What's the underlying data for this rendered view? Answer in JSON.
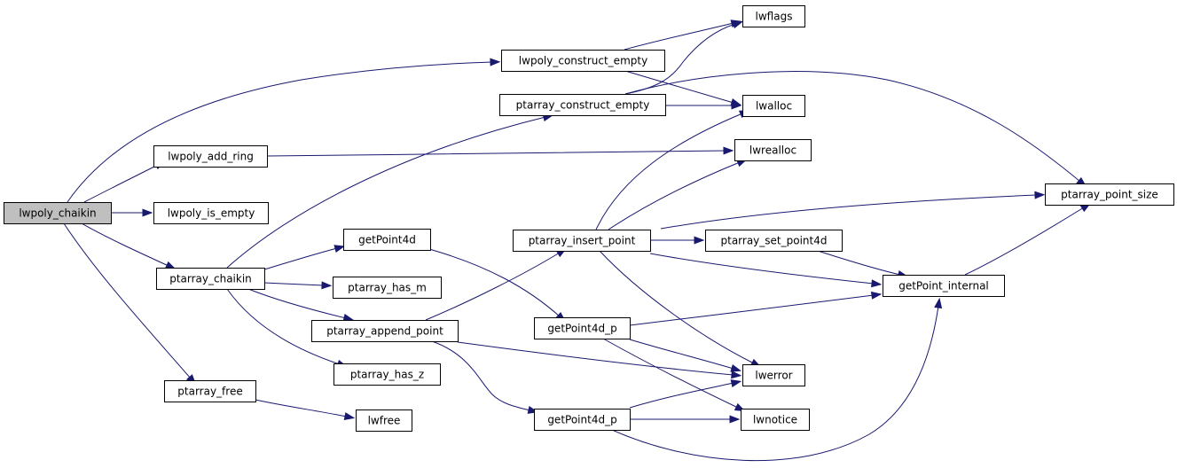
{
  "diagram": {
    "type": "call-graph",
    "colors": {
      "edge": "#191970",
      "node_border": "#000000",
      "root_fill": "#bfbfbf",
      "node_fill": "#ffffff"
    },
    "nodes": [
      {
        "id": "lwpoly_chaikin",
        "label": "lwpoly_chaikin"
      },
      {
        "id": "lwpoly_construct_empty",
        "label": "lwpoly_construct_empty"
      },
      {
        "id": "ptarray_construct_empty",
        "label": "ptarray_construct_empty"
      },
      {
        "id": "lwpoly_add_ring",
        "label": "lwpoly_add_ring"
      },
      {
        "id": "lwpoly_is_empty",
        "label": "lwpoly_is_empty"
      },
      {
        "id": "ptarray_chaikin",
        "label": "ptarray_chaikin"
      },
      {
        "id": "ptarray_free",
        "label": "ptarray_free"
      },
      {
        "id": "getPoint4d",
        "label": "getPoint4d"
      },
      {
        "id": "ptarray_has_m",
        "label": "ptarray_has_m"
      },
      {
        "id": "ptarray_append_point",
        "label": "ptarray_append_point"
      },
      {
        "id": "ptarray_has_z",
        "label": "ptarray_has_z"
      },
      {
        "id": "lwfree",
        "label": "lwfree"
      },
      {
        "id": "ptarray_insert_point",
        "label": "ptarray_insert_point"
      },
      {
        "id": "getPoint4d_p_1",
        "label": "getPoint4d_p"
      },
      {
        "id": "getPoint4d_p_2",
        "label": "getPoint4d_p"
      },
      {
        "id": "ptarray_set_point4d",
        "label": "ptarray_set_point4d"
      },
      {
        "id": "lwflags",
        "label": "lwflags"
      },
      {
        "id": "lwalloc",
        "label": "lwalloc"
      },
      {
        "id": "lwrealloc",
        "label": "lwrealloc"
      },
      {
        "id": "lwerror",
        "label": "lwerror"
      },
      {
        "id": "lwnotice",
        "label": "lwnotice"
      },
      {
        "id": "getPoint_internal",
        "label": "getPoint_internal"
      },
      {
        "id": "ptarray_point_size",
        "label": "ptarray_point_size"
      }
    ],
    "edges": [
      {
        "from": "lwpoly_chaikin",
        "to": "lwpoly_construct_empty"
      },
      {
        "from": "lwpoly_chaikin",
        "to": "lwpoly_add_ring"
      },
      {
        "from": "lwpoly_chaikin",
        "to": "lwpoly_is_empty"
      },
      {
        "from": "lwpoly_chaikin",
        "to": "ptarray_chaikin"
      },
      {
        "from": "lwpoly_chaikin",
        "to": "ptarray_free"
      },
      {
        "from": "lwpoly_construct_empty",
        "to": "lwflags"
      },
      {
        "from": "lwpoly_construct_empty",
        "to": "lwalloc"
      },
      {
        "from": "ptarray_construct_empty",
        "to": "lwflags"
      },
      {
        "from": "ptarray_construct_empty",
        "to": "lwalloc"
      },
      {
        "from": "ptarray_construct_empty",
        "to": "ptarray_point_size"
      },
      {
        "from": "lwpoly_add_ring",
        "to": "lwrealloc"
      },
      {
        "from": "ptarray_chaikin",
        "to": "ptarray_construct_empty"
      },
      {
        "from": "ptarray_chaikin",
        "to": "getPoint4d"
      },
      {
        "from": "ptarray_chaikin",
        "to": "ptarray_has_m"
      },
      {
        "from": "ptarray_chaikin",
        "to": "ptarray_append_point"
      },
      {
        "from": "ptarray_chaikin",
        "to": "ptarray_has_z"
      },
      {
        "from": "ptarray_free",
        "to": "lwfree"
      },
      {
        "from": "getPoint4d",
        "to": "getPoint4d_p_1"
      },
      {
        "from": "ptarray_append_point",
        "to": "ptarray_insert_point"
      },
      {
        "from": "ptarray_append_point",
        "to": "lwerror"
      },
      {
        "from": "ptarray_append_point",
        "to": "getPoint4d_p_2"
      },
      {
        "from": "ptarray_insert_point",
        "to": "lwalloc"
      },
      {
        "from": "ptarray_insert_point",
        "to": "lwrealloc"
      },
      {
        "from": "ptarray_insert_point",
        "to": "ptarray_point_size"
      },
      {
        "from": "ptarray_insert_point",
        "to": "ptarray_set_point4d"
      },
      {
        "from": "ptarray_insert_point",
        "to": "getPoint_internal"
      },
      {
        "from": "ptarray_insert_point",
        "to": "lwerror"
      },
      {
        "from": "ptarray_set_point4d",
        "to": "getPoint_internal"
      },
      {
        "from": "getPoint4d_p_1",
        "to": "getPoint_internal"
      },
      {
        "from": "getPoint4d_p_1",
        "to": "lwerror"
      },
      {
        "from": "getPoint4d_p_1",
        "to": "lwnotice"
      },
      {
        "from": "getPoint4d_p_2",
        "to": "lwerror"
      },
      {
        "from": "getPoint4d_p_2",
        "to": "lwnotice"
      },
      {
        "from": "getPoint4d_p_2",
        "to": "getPoint_internal"
      },
      {
        "from": "getPoint_internal",
        "to": "ptarray_point_size"
      }
    ]
  }
}
